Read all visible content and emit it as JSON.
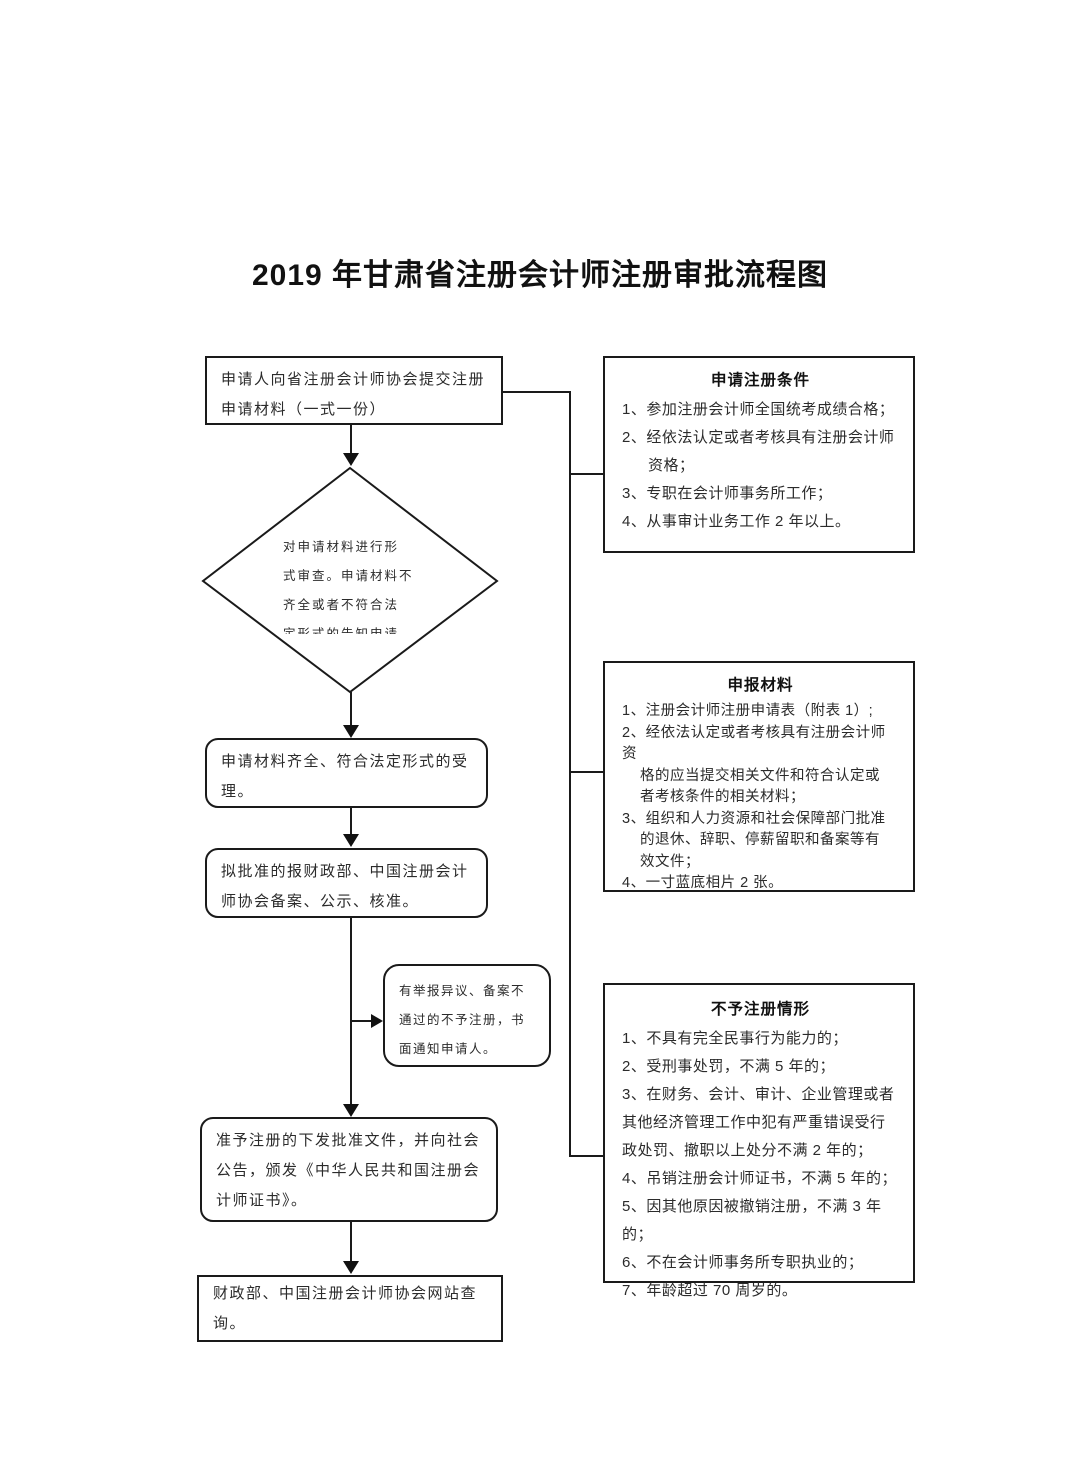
{
  "title": "2019 年甘肃省注册会计师注册审批流程图",
  "flow": {
    "submit": "申请人向省注册会计师协会提交注册申请材料（一式一份）",
    "review_lines": [
      "对申请材料进行形",
      "式审查。申请材料不",
      "齐全或者不符合法",
      "定形式的告知申请"
    ],
    "accept": "申请材料齐全、符合法定形式的受理。",
    "report": "拟批准的报财政部、中国注册会计师协会备案、公示、核准。",
    "reject_notice": "有举报异议、备案不通过的不予注册，书面通知申请人。",
    "approve": "准予注册的下发批准文件，并向社会公告，颁发《中华人民共和国注册会计师证书》。",
    "query": "财政部、中国注册会计师协会网站查询。"
  },
  "panels": {
    "conditions": {
      "title": "申请注册条件",
      "lines": [
        {
          "text": "1、参加注册会计师全国统考成绩合格；"
        },
        {
          "text": "2、经依法认定或者考核具有注册会计师"
        },
        {
          "text": "资格；",
          "indent": true
        },
        {
          "text": "3、专职在会计师事务所工作；"
        },
        {
          "text": "4、从事审计业务工作 2 年以上。"
        }
      ]
    },
    "materials": {
      "title": "申报材料",
      "lines": [
        {
          "text": "1、注册会计师注册申请表（附表 1）;"
        },
        {
          "text": "2、经依法认定或者考核具有注册会计师资"
        },
        {
          "text": "格的应当提交相关文件和符合认定或",
          "indent": true
        },
        {
          "text": "者考核条件的相关材料；",
          "indent": true
        },
        {
          "text": "3、组织和人力资源和社会保障部门批准"
        },
        {
          "text": "的退休、辞职、停薪留职和备案等有",
          "indent": true
        },
        {
          "text": "效文件；",
          "indent": true
        },
        {
          "text": "4、一寸蓝底相片 2 张。"
        }
      ]
    },
    "denial": {
      "title": "不予注册情形",
      "lines": [
        {
          "text": "1、不具有完全民事行为能力的；"
        },
        {
          "text": "2、受刑事处罚，不满 5 年的；"
        },
        {
          "text": "3、在财务、会计、审计、企业管理或者"
        },
        {
          "text": "其他经济管理工作中犯有严重错误受行"
        },
        {
          "text": "政处罚、撤职以上处分不满 2 年的；"
        },
        {
          "text": "4、吊销注册会计师证书，不满 5 年的；"
        },
        {
          "text": "5、因其他原因被撤销注册，不满 3 年的；"
        },
        {
          "text": "6、不在会计师事务所专职执业的；"
        },
        {
          "text": "7、年龄超过 70 周岁的。"
        }
      ]
    }
  }
}
